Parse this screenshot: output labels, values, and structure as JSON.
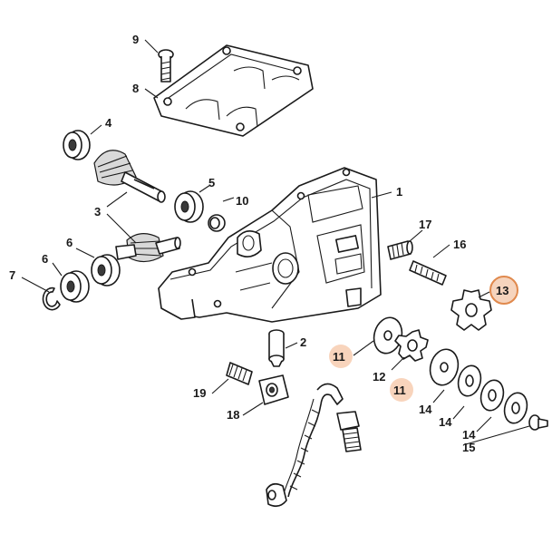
{
  "diagram": {
    "highlight_color": "#f4b58a",
    "highlight_ring_color": "#e0894d",
    "callouts": {
      "c1": "1",
      "c2": "2",
      "c3": "3",
      "c4": "4",
      "c5": "5",
      "c6a": "6",
      "c6b": "6",
      "c7": "7",
      "c8": "8",
      "c9": "9",
      "c10": "10",
      "c11a": "11",
      "c11b": "11",
      "c12": "12",
      "c13": "13",
      "c14a": "14",
      "c14b": "14",
      "c14c": "14",
      "c15": "15",
      "c16": "16",
      "c17": "17",
      "c18": "18",
      "c19": "19"
    }
  }
}
